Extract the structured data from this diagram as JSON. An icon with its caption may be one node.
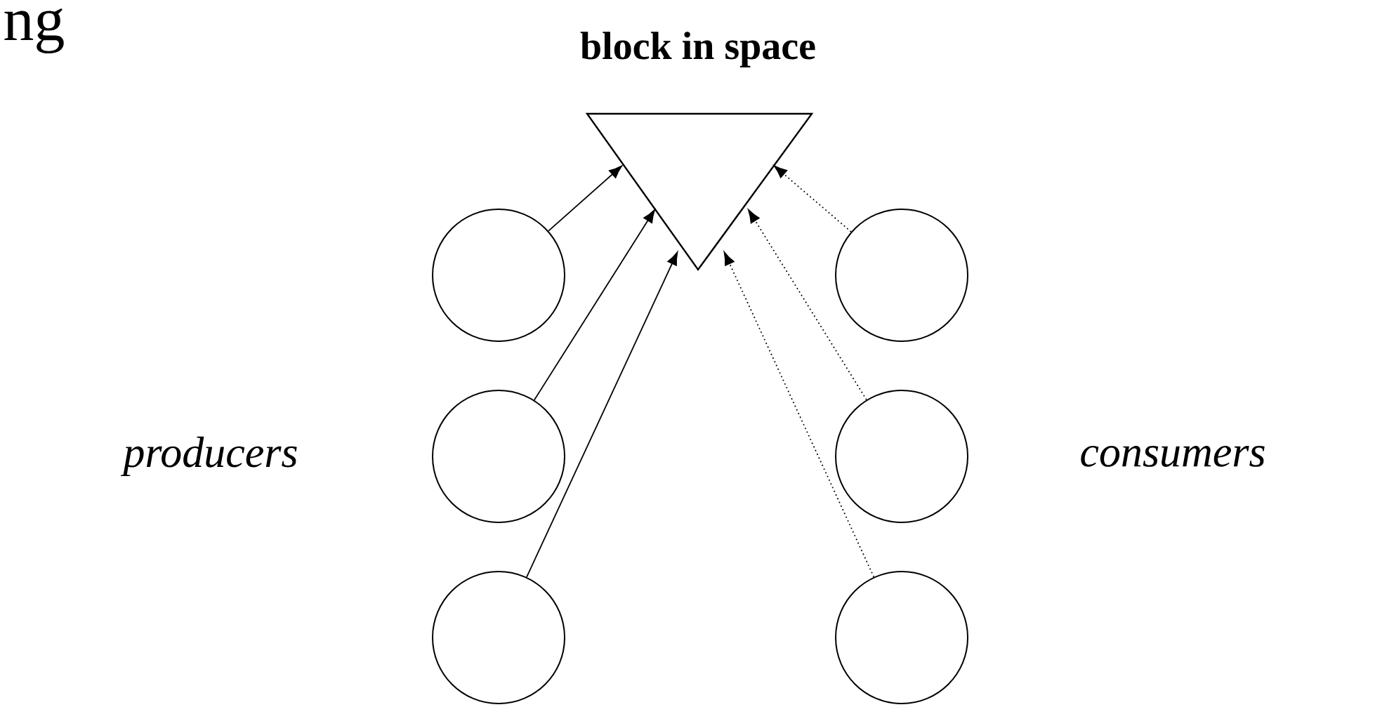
{
  "diagram": {
    "nodes": [
      {
        "text": [
          "block in space"
        ]
      },
      {
        "text": [],
        "shape": "circle"
      },
      {
        "text": [],
        "shape": "circle"
      },
      {
        "text": [],
        "shape": "circle"
      },
      {
        "text": [],
        "shape": "circle"
      },
      {
        "text": [],
        "shape": "circle"
      },
      {
        "text": [],
        "shape": "circle"
      }
    ],
    "edges": [
      {
        "from": 1,
        "to": 0,
        "arrow": "to"
      },
      {
        "from": 2,
        "to": 0,
        "arrow": "to"
      },
      {
        "from": 3,
        "to": 0,
        "arrow": "to"
      },
      {
        "from": 4,
        "to": 0,
        "arrow": "to",
        "style": "dashed"
      },
      {
        "from": 5,
        "to": 0,
        "arrow": "to",
        "style": "dashed"
      },
      {
        "from": 6,
        "to": 0,
        "arrow": "to",
        "style": "dashed"
      }
    ],
    "labels": [
      "ng",
      "producers",
      "consumers"
    ]
  }
}
